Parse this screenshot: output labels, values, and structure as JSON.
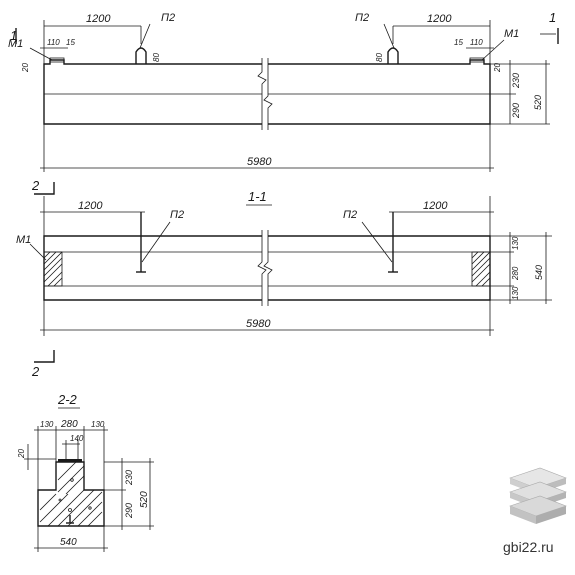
{
  "elevation": {
    "section_mark_left": "1",
    "section_mark_right": "1",
    "dim_left_1200": "1200",
    "dim_right_1200": "1200",
    "dim_110_left": "110",
    "dim_15_left": "15",
    "dim_15_right": "15",
    "dim_110_right": "110",
    "label_p2_left": "П2",
    "label_p2_right": "П2",
    "label_m1_left": "М1",
    "label_m1_right": "М1",
    "dim_80_left": "80",
    "dim_80_right": "80",
    "dim_20_left": "20",
    "dim_20_right": "20",
    "dim_230": "230",
    "dim_290": "290",
    "dim_520": "520",
    "dim_total": "5980"
  },
  "plan": {
    "section_title": "1-1",
    "section_mark_top": "2",
    "section_mark_bottom": "2",
    "dim_left_1200": "1200",
    "dim_right_1200": "1200",
    "label_p2_left": "П2",
    "label_p2_right": "П2",
    "label_m1": "М1",
    "dim_130_top": "130",
    "dim_280": "280",
    "dim_130_bottom": "130",
    "dim_540": "540",
    "dim_total": "5980"
  },
  "cross_section": {
    "title": "2-2",
    "dim_130_left": "130",
    "dim_280": "280",
    "dim_130_right": "130",
    "dim_140": "140",
    "dim_20": "20",
    "dim_230": "230",
    "dim_290": "290",
    "dim_520": "520",
    "dim_540": "540"
  },
  "watermark": {
    "site": "gbi22.ru",
    "logo_icon": "stacked-slabs-icon"
  }
}
